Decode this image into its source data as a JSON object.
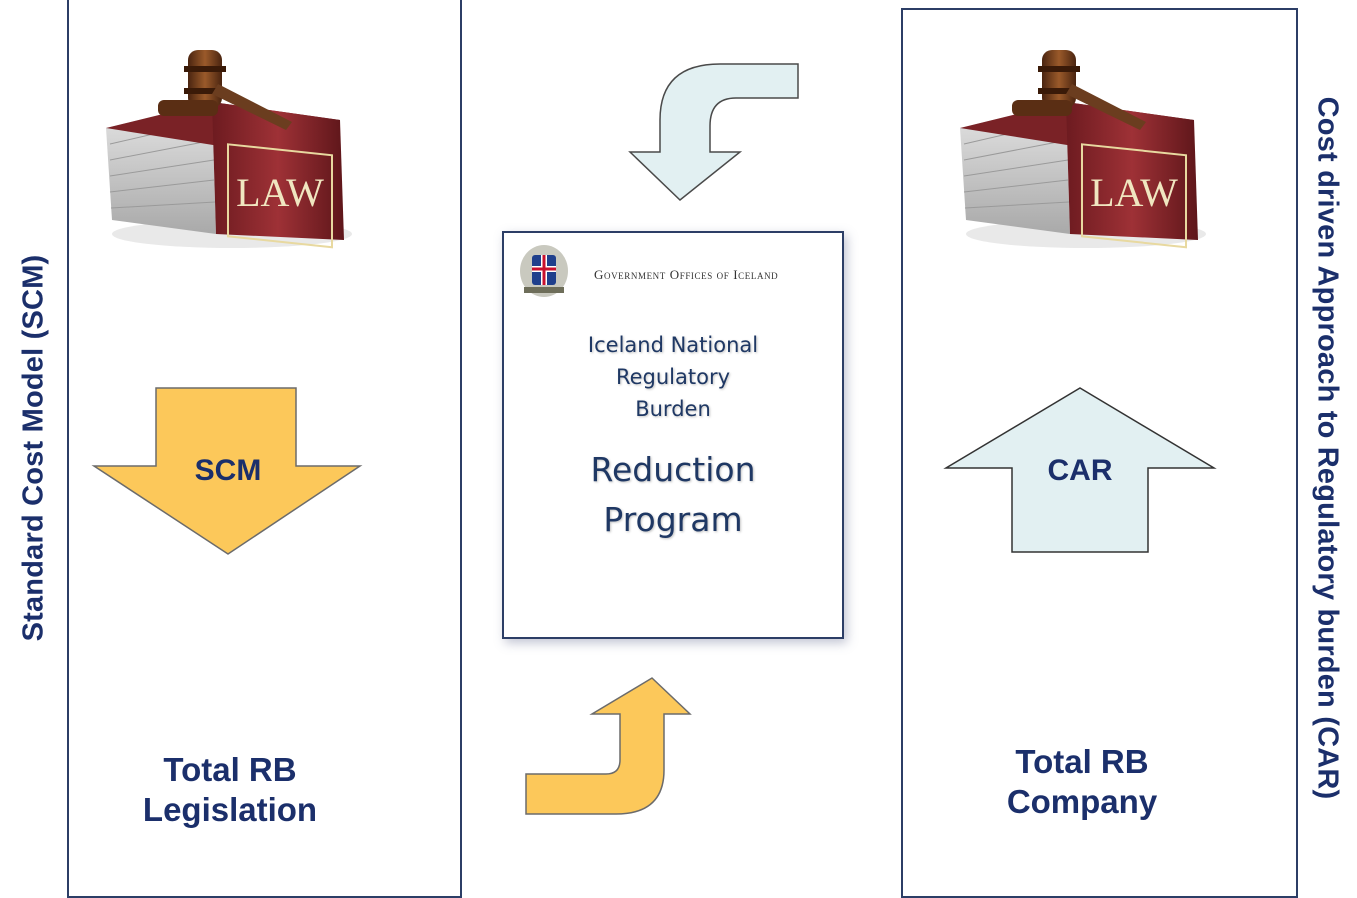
{
  "left_panel": {
    "side_title": "Standard Cost Model (SCM)",
    "arrow_label": "SCM",
    "total_line1": "Total RB",
    "total_line2": "Legislation",
    "law_label": "LAW"
  },
  "right_panel": {
    "side_title": "Cost driven Approach to Regulatory burden (CAR)",
    "arrow_label": "CAR",
    "total_line1": "Total RB",
    "total_line2": "Company",
    "law_label": "LAW"
  },
  "center_card": {
    "gov_header": "Government Offices of Iceland",
    "title_line1": "Iceland National",
    "title_line2": "Regulatory",
    "title_line3": "Burden",
    "title_line4": "Reduction",
    "title_line5": "Program"
  },
  "colors": {
    "navy_text": "#1b2f6b",
    "orange_arrow": "#fcc85a",
    "light_blue_arrow": "#e2f0f2",
    "book_red": "#8e2a2f",
    "gavel_brown": "#6b3d1f"
  }
}
